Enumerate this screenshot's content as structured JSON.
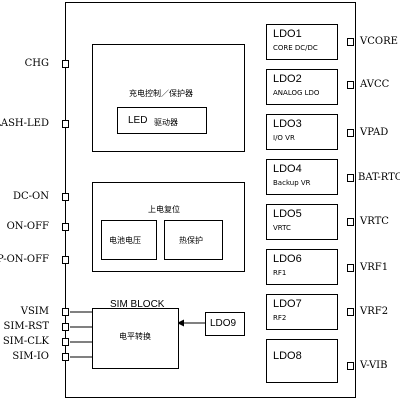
{
  "left_pins": [
    "CHG",
    "FLASH-LED",
    "DC-ON",
    "ON-OFF",
    "UP-ON-OFF",
    "VSIM",
    "SIM-RST",
    "SIM-CLK",
    "SIM-IO"
  ],
  "right_pins": [
    "VCORE",
    "AVCC",
    "VPAD",
    "BAT-RTC",
    "VRTC",
    "VRF1",
    "VRF2",
    "V-VIB"
  ],
  "charge_block": {
    "title": "充电控制／保护器",
    "led_label": "LED",
    "led_sub": "驱动器"
  },
  "power_on_block": {
    "title": "上电复位",
    "battery_voltage": "电池电压",
    "thermal_protect": "热保护"
  },
  "sim_block": {
    "label": "SIM BLOCK",
    "level_shift": "电平转换",
    "ldo_label": "LDO9"
  },
  "ldos": [
    {
      "name": "LDO1",
      "sub": "CORE DC/DC"
    },
    {
      "name": "LDO2",
      "sub": "ANALOG LDO"
    },
    {
      "name": "LDO3",
      "sub": "I/O VR"
    },
    {
      "name": "LDO4",
      "sub": "Backup VR"
    },
    {
      "name": "LDO5",
      "sub": "VRTC"
    },
    {
      "name": "LDO6",
      "sub": "RF1"
    },
    {
      "name": "LDO7",
      "sub": "RF2"
    },
    {
      "name": "LDO8",
      "sub": ""
    }
  ]
}
